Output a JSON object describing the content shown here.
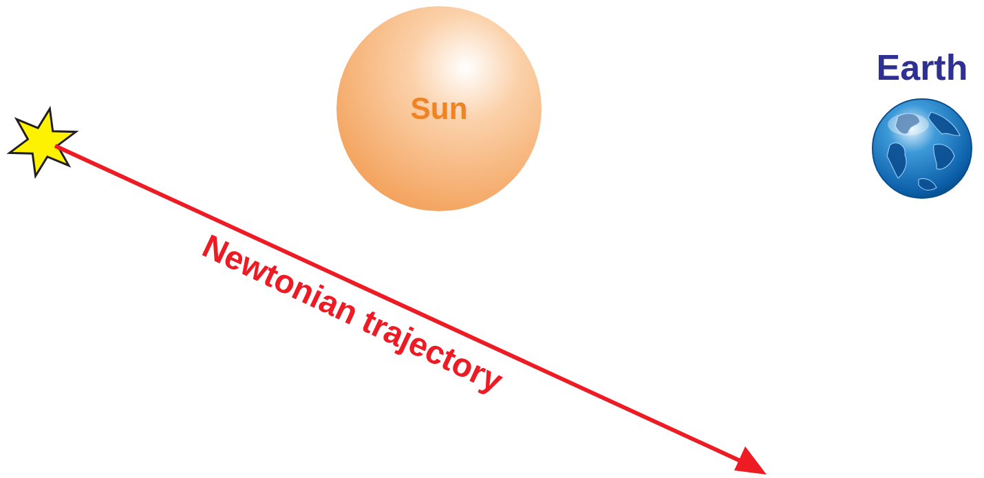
{
  "diagram": {
    "nodes": [
      {
        "text": [
          "Sun"
        ]
      },
      {
        "text": [
          "Earth"
        ]
      }
    ],
    "labels": [
      "Newtonian trajectory"
    ]
  }
}
